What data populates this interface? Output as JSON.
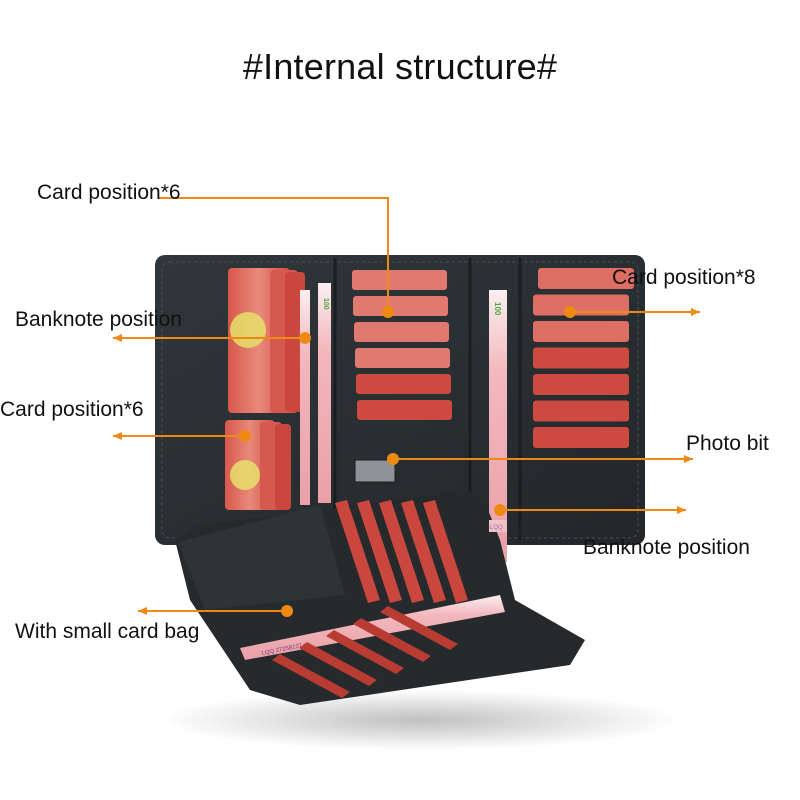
{
  "title": "#Internal structure#",
  "colors": {
    "leader_line": "#ee8a14",
    "leather": "#2b2f31",
    "card_red": "#c8443a",
    "background": "#ffffff"
  },
  "callouts": [
    {
      "id": "card-position-top",
      "text": "Card position*6"
    },
    {
      "id": "banknote-position-left",
      "text": "Banknote position"
    },
    {
      "id": "card-position-left",
      "text": "Card position*6"
    },
    {
      "id": "card-position-right",
      "text": "Card position*8"
    },
    {
      "id": "photo-bit",
      "text": "Photo bit"
    },
    {
      "id": "banknote-position-right",
      "text": "Banknote position"
    },
    {
      "id": "small-card-bag",
      "text": "With small card bag"
    }
  ],
  "banknote": {
    "denomination": "100",
    "serial": "LQQ 27258137",
    "prefix": "LQQ"
  }
}
